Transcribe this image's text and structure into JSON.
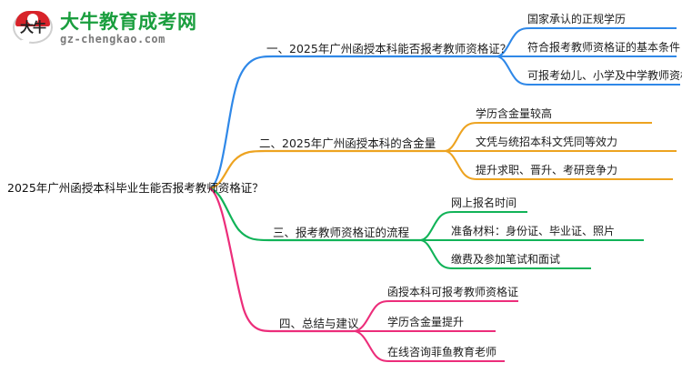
{
  "logo": {
    "mark_glyph": "大牛",
    "title": "大牛教育成考网",
    "subtitle": "gz-chengkao.com",
    "brand_green": "#1a9e3e",
    "brand_red": "#d8232a"
  },
  "mindmap": {
    "root": {
      "label": "2025年广州函授本科毕业生能否报考教师资格证？"
    },
    "branches": [
      {
        "label": "一、2025年广州函授本科能否报考教师资格证？",
        "color": "#2f88e8",
        "children": [
          {
            "label": "国家承认的正规学历"
          },
          {
            "label": "符合报考教师资格证的基本条件"
          },
          {
            "label": "可报考幼儿、小学及中学教师资格证"
          }
        ]
      },
      {
        "label": "二、2025年广州函授本科的含金量",
        "color": "#eda320",
        "children": [
          {
            "label": "学历含金量较高"
          },
          {
            "label": "文凭与统招本科文凭同等效力"
          },
          {
            "label": "提升求职、晋升、考研竞争力"
          }
        ]
      },
      {
        "label": "三、报考教师资格证的流程",
        "color": "#11b358",
        "children": [
          {
            "label": "网上报名时间"
          },
          {
            "label": "准备材料：身份证、毕业证、照片"
          },
          {
            "label": "缴费及参加笔试和面试"
          }
        ]
      },
      {
        "label": "四、总结与建议",
        "color": "#ec2d7a",
        "children": [
          {
            "label": "函授本科可报考教师资格证"
          },
          {
            "label": "学历含金量提升"
          },
          {
            "label": "在线咨询菲鱼教育老师"
          }
        ]
      }
    ]
  }
}
